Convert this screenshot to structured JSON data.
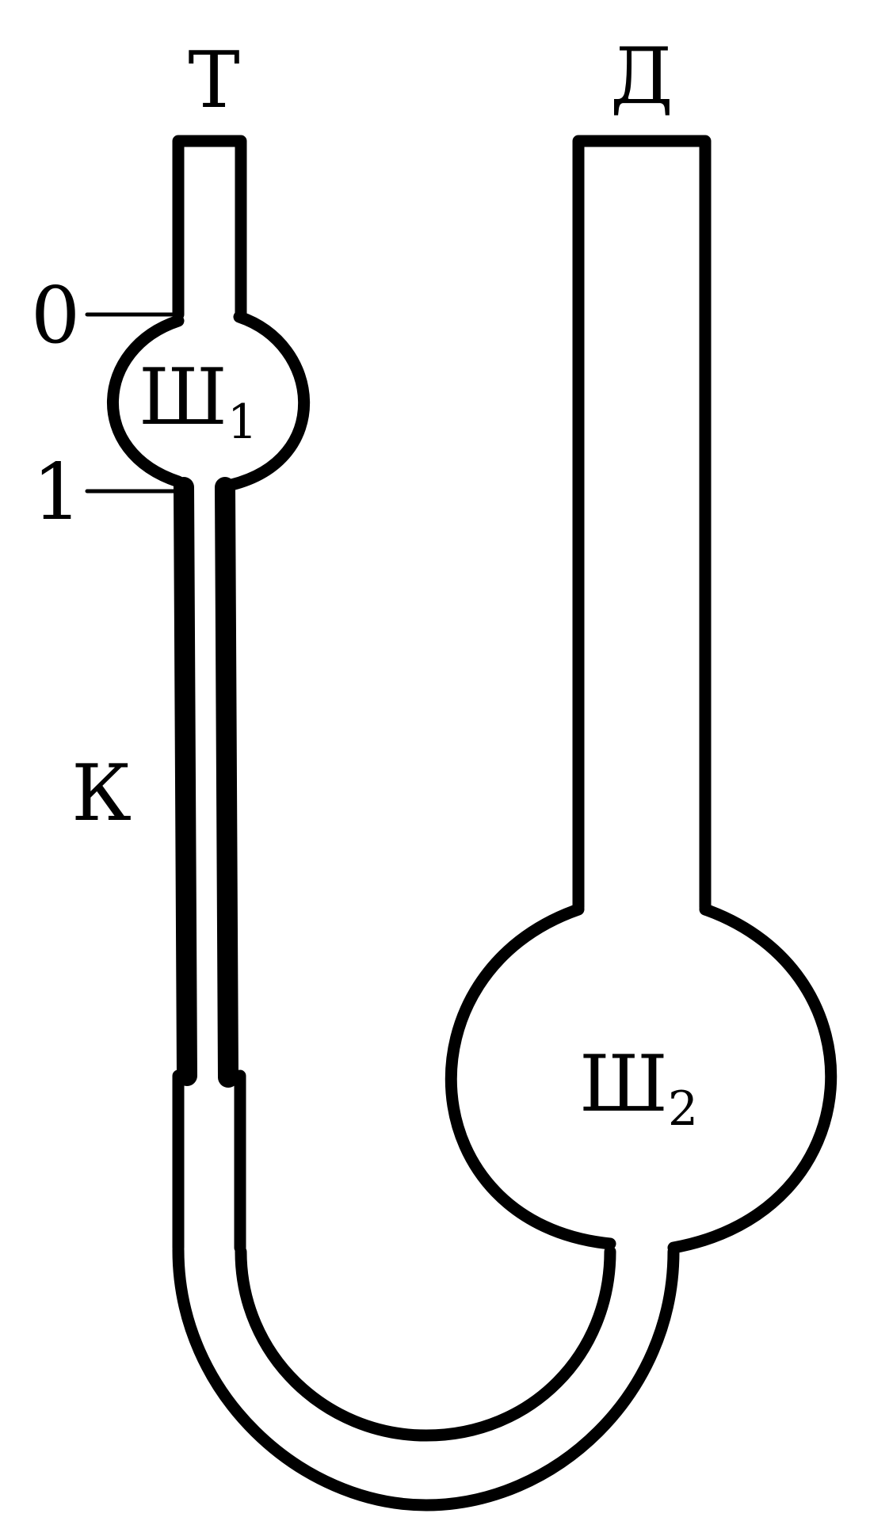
{
  "diagram": {
    "labels": {
      "tube_top": "Т",
      "tube_right": "Д",
      "mark_upper": "0",
      "mark_lower": "1",
      "capillary": "К",
      "bulb_small": "Ш",
      "bulb_small_sub": "1",
      "bulb_large": "Ш",
      "bulb_large_sub": "2"
    },
    "colors": {
      "stroke": "#000000",
      "background": "#ffffff"
    }
  }
}
